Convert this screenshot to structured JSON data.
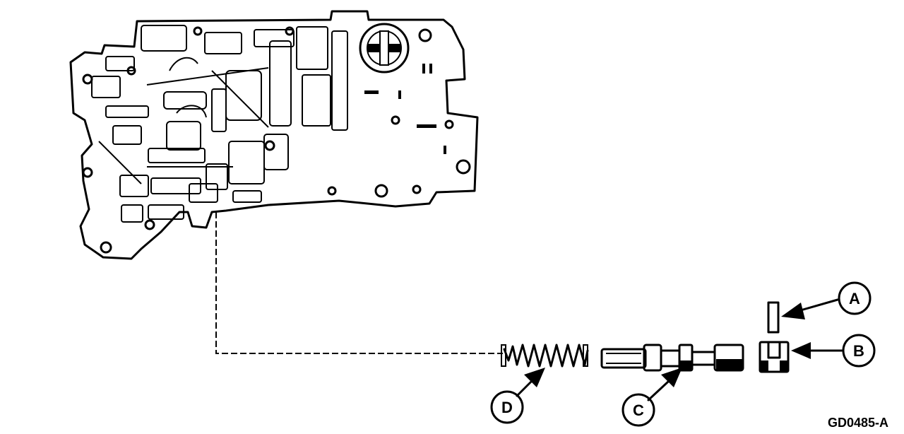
{
  "callouts": {
    "a": "A",
    "b": "B",
    "c": "C",
    "d": "D"
  },
  "figure_code": "GD0485-A"
}
